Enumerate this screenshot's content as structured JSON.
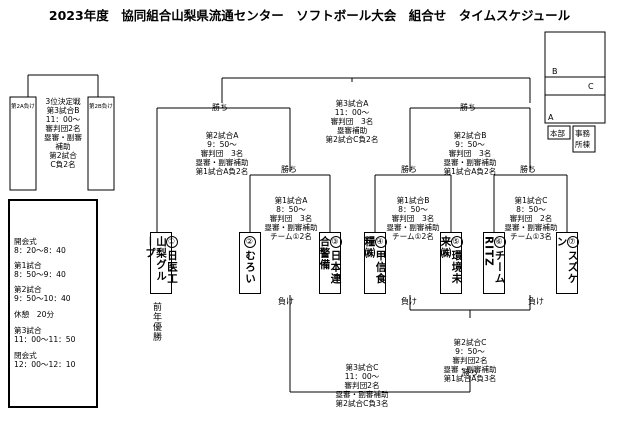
{
  "title": "2023年度　協同組合山梨県流通センター　ソフトボール大会　組合せ　タイムスケジュール",
  "final": {
    "lines": [
      "第3試合A",
      "11：00～",
      "審判団　3名",
      "塁審補助",
      "第2試合C負2名"
    ]
  },
  "win_label": "勝ち",
  "lose_label": "負け",
  "third_place": {
    "lines": [
      "3位決定戦",
      "第3試合B",
      "11：00～",
      "審判団2名",
      "塁審・副審",
      "補助",
      "第2試合",
      "C負2名"
    ]
  },
  "third_small_left": "第2A負け",
  "third_small_right": "第2B負け",
  "g2a": {
    "lines": [
      "第2試合A",
      "9：50～",
      "審判団　3名",
      "塁審・副審補助",
      "第1試合A負2名"
    ]
  },
  "g2b": {
    "lines": [
      "第2試合B",
      "9：50～",
      "審判団　3名",
      "塁審・副審補助",
      "第1試合A負2名"
    ]
  },
  "g1a": {
    "lines": [
      "第1試合A",
      "8：50～",
      "審判団　3名",
      "塁審・副審補助",
      "チーム①2名"
    ]
  },
  "g1b": {
    "lines": [
      "第1試合B",
      "8：50～",
      "審判団　3名",
      "塁審・副審補助",
      "チーム①2名"
    ]
  },
  "g1c": {
    "lines": [
      "第1試合C",
      "8：50～",
      "審判団　2名",
      "塁審・副審補助",
      "チーム①3名"
    ]
  },
  "g2c": {
    "lines": [
      "第2試合C",
      "9：50～",
      "審判団2名",
      "塁審・副審補助",
      "第1試合A負3名"
    ]
  },
  "g3c": {
    "lines": [
      "第3試合C",
      "11：00～",
      "審判団2名",
      "塁審・副審補助",
      "第2試合C負3名"
    ]
  },
  "teams": [
    {
      "num": "①",
      "name": "日医工山梨グループ"
    },
    {
      "num": "②",
      "name": "むろい"
    },
    {
      "num": "③",
      "name": "日本連合警備"
    },
    {
      "num": "④",
      "name": "甲信食糧㈱"
    },
    {
      "num": "⑤",
      "name": "環境未来㈱"
    },
    {
      "num": "⑥",
      "name": "チームRITZ"
    },
    {
      "num": "⑦",
      "name": "スズケン"
    }
  ],
  "prev_winner": "前年優勝",
  "map": {
    "b": "B",
    "c": "C",
    "a": "A",
    "honbu": "本部",
    "jimusho": "事務所棟"
  },
  "schedule": [
    "開会式",
    "8：20～8：40",
    "第1試合",
    "8：50～9：40",
    "第2試合",
    "9：50～10：40",
    "休憩　20分",
    "第3試合",
    "11：00～11：50",
    "閉会式",
    "12：00～12：10"
  ]
}
